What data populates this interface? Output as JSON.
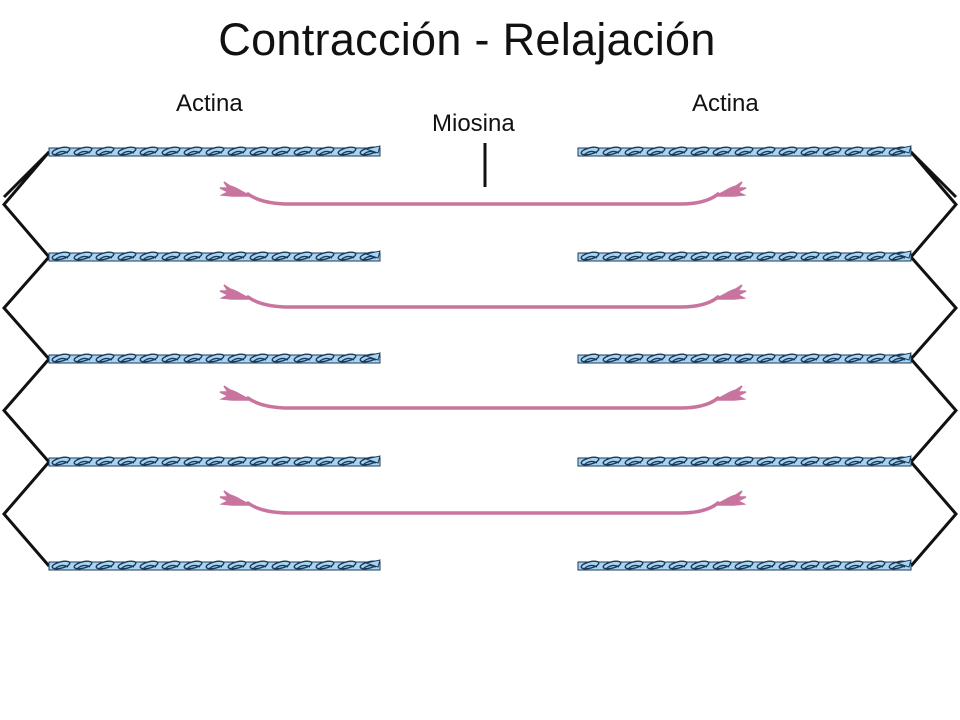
{
  "slide": {
    "title": "Contracción - Relajación"
  },
  "labels": {
    "actin_left": "Actina",
    "myosin": "Miosina",
    "actin_right": "Actina"
  },
  "colors": {
    "actin_fill": "#a8d4f0",
    "actin_outline": "#1a3a5c",
    "myosin": "#c8749f",
    "z_disc": "#111111"
  },
  "structure": {
    "actin_filaments_per_side": 5,
    "myosin_filaments": 4
  }
}
